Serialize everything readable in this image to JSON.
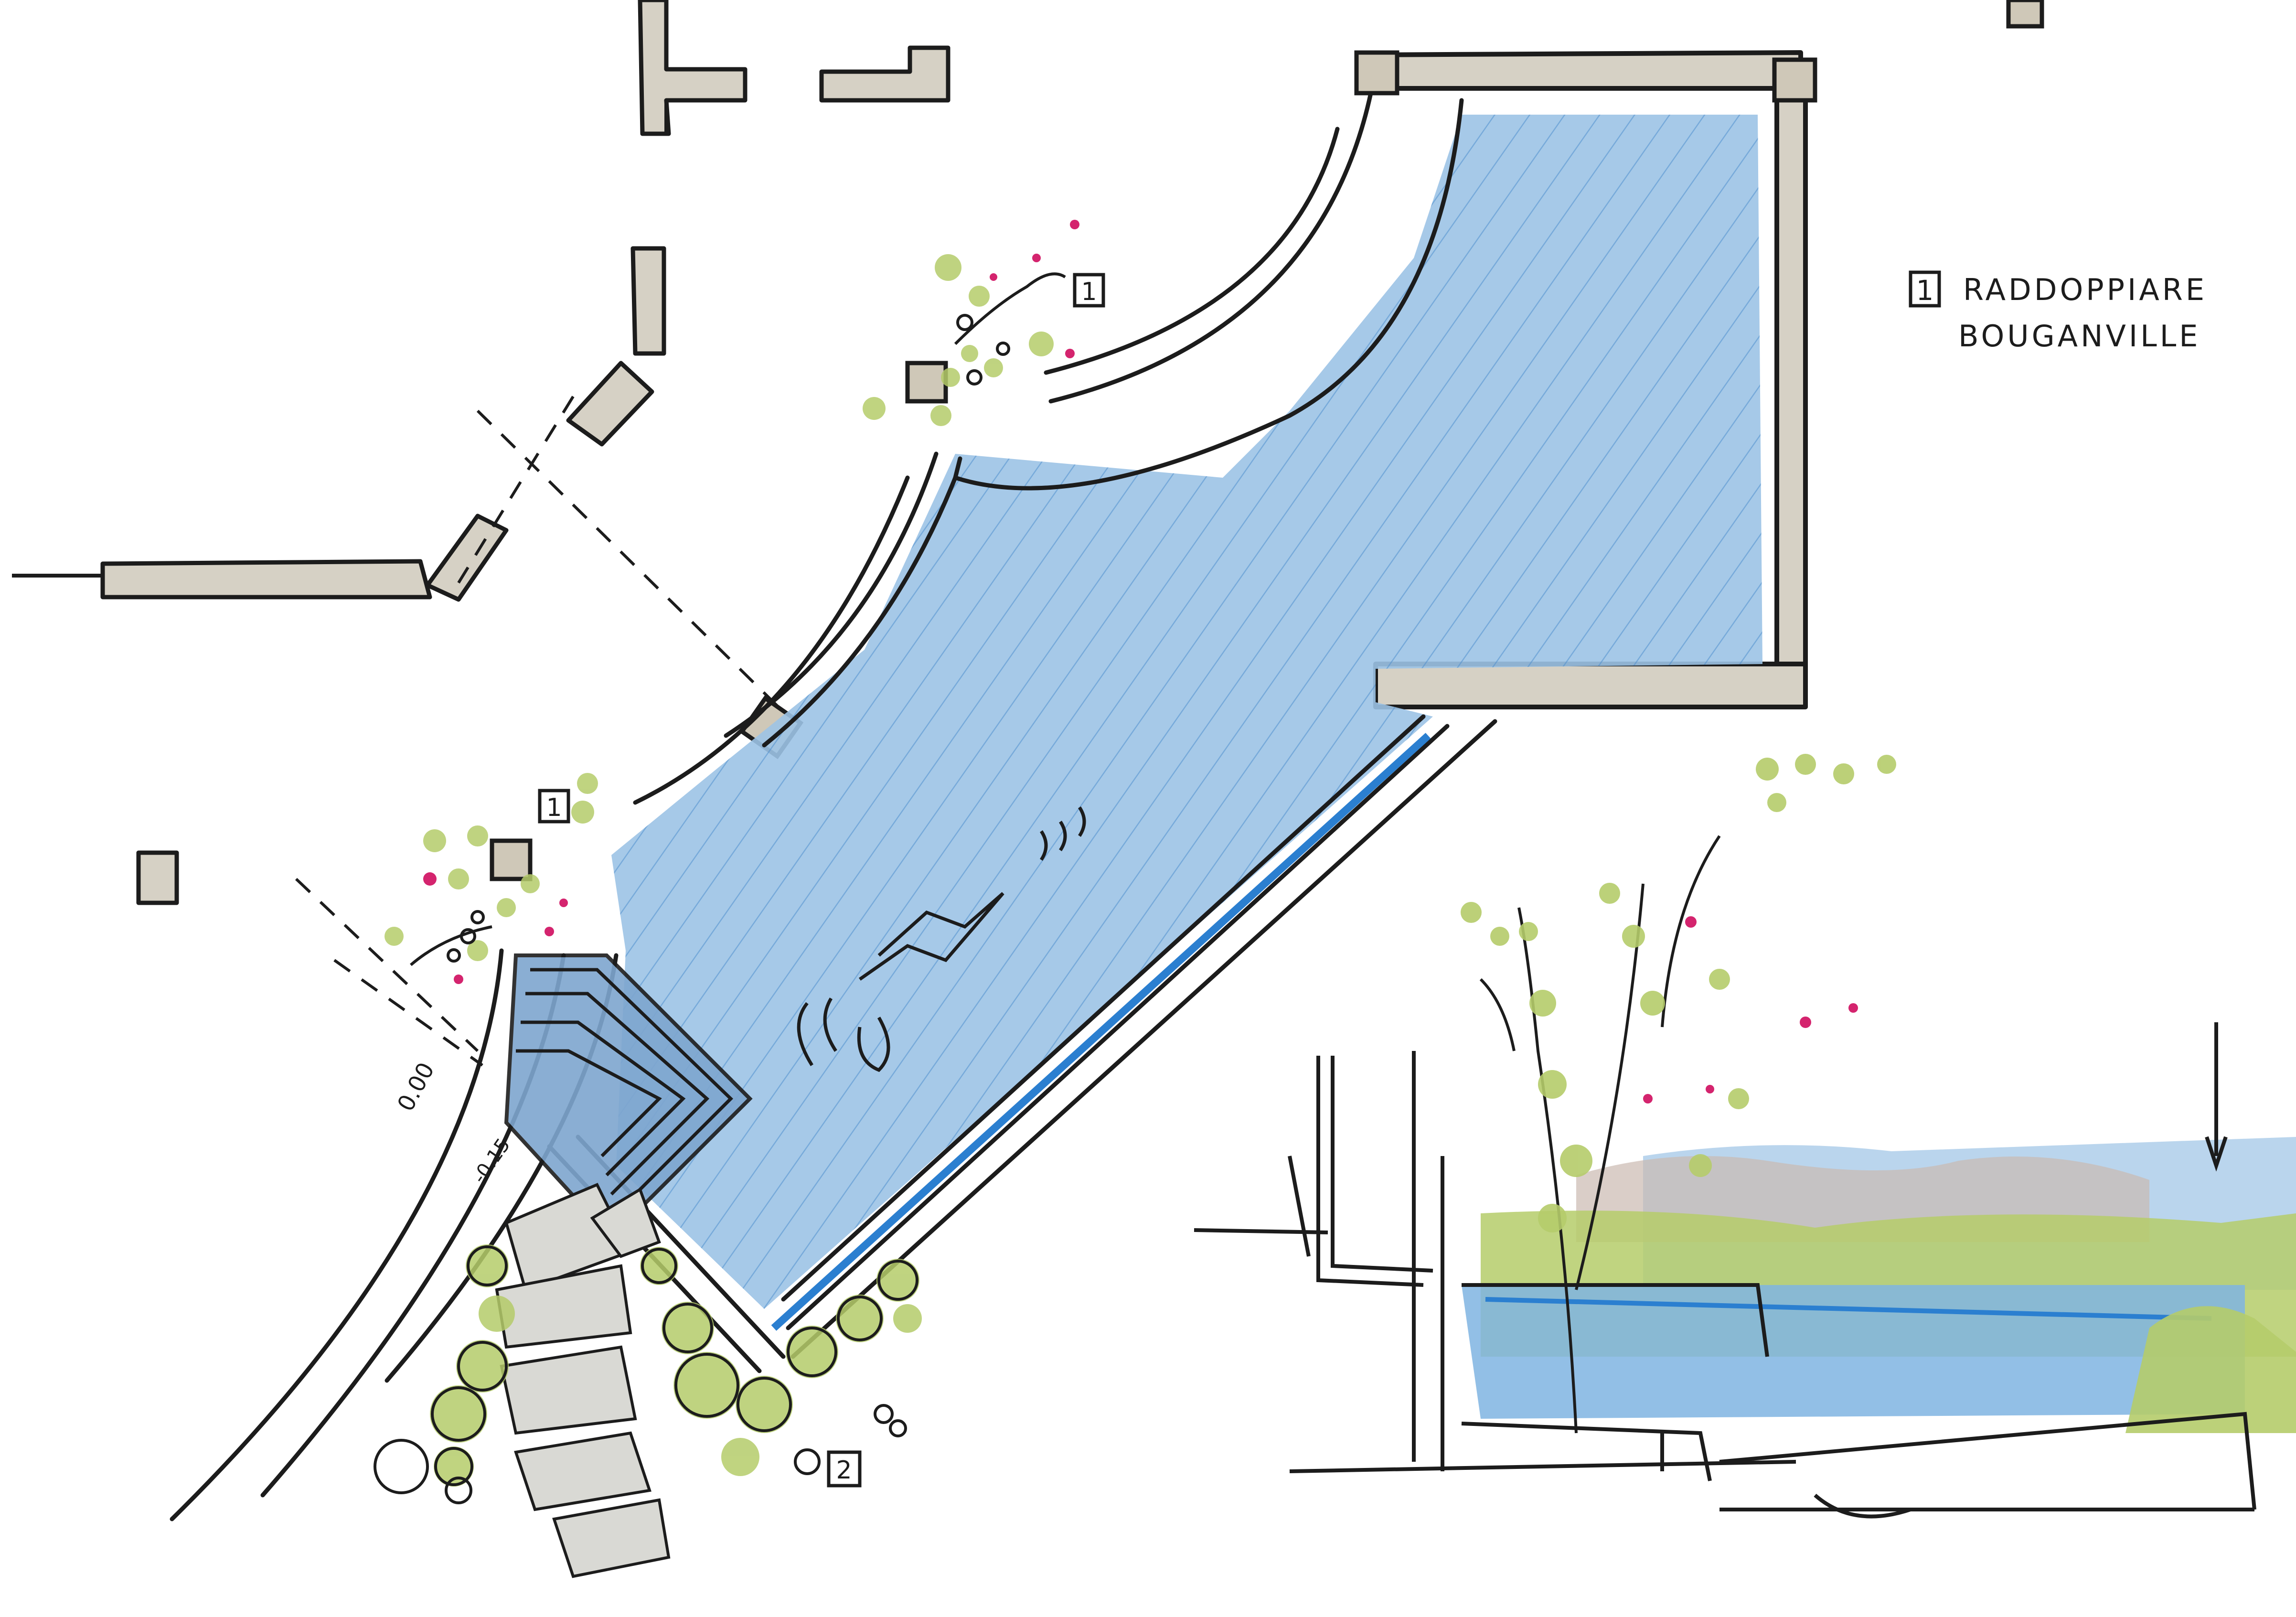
{
  "legend": {
    "number": "1",
    "line1": "RADDOPPIARE",
    "line2": "BOUGANVILLE"
  },
  "tags": {
    "top": "1",
    "left": "1",
    "bottom": "2"
  },
  "levels": {
    "upper": "0.00",
    "lower": "-0.15"
  },
  "colors": {
    "water": "#9cc3e6",
    "water_dark": "#4f8fcd",
    "wall": "#d6d1c5",
    "ink": "#1c1c1c",
    "foliage": "#b5cc6a",
    "flower": "#d4246e",
    "stone": "#d9d9d4"
  }
}
